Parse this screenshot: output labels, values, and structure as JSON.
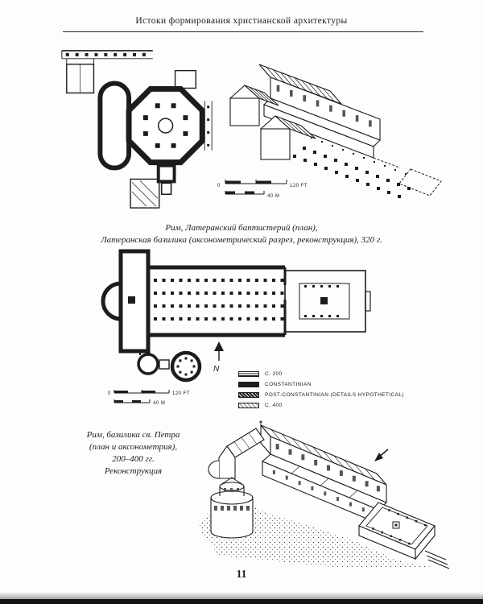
{
  "page": {
    "header": "Истоки формирования христианской архитектуры",
    "page_number": "11"
  },
  "captions": {
    "lateran": [
      "Рим, Латеранский баптистерий (план),",
      "Латеранская базилика (аксонометрический разрез, реконструкция), 320 г."
    ],
    "stpeter": [
      "Рим, базилика св. Петра",
      "(план и аксонометрия),",
      "200–400 гг.",
      "Реконструкция"
    ]
  },
  "legend": {
    "items": [
      {
        "label": "C. 200",
        "style": "hatch-dense"
      },
      {
        "label": "CONSTANTINIAN",
        "style": "solid"
      },
      {
        "label": "POST-CONSTANTINIAN (DETAILS HYPOTHETICAL)",
        "style": "hatch-dark"
      },
      {
        "label": "C. 400",
        "style": "hatch-light"
      }
    ]
  },
  "scales": {
    "axon": {
      "zero": "0",
      "ft": "120 FT",
      "m": "40 M"
    },
    "plan": {
      "zero": "0",
      "ft": "120 FT",
      "m": "40 M"
    }
  },
  "compass": {
    "north": "N"
  },
  "icons": {
    "north_arrow": "up-arrow",
    "view_arrow": "down-left-arrow"
  },
  "colors": {
    "ink": "#1c1c1c",
    "paper": "#fdfdfc"
  }
}
